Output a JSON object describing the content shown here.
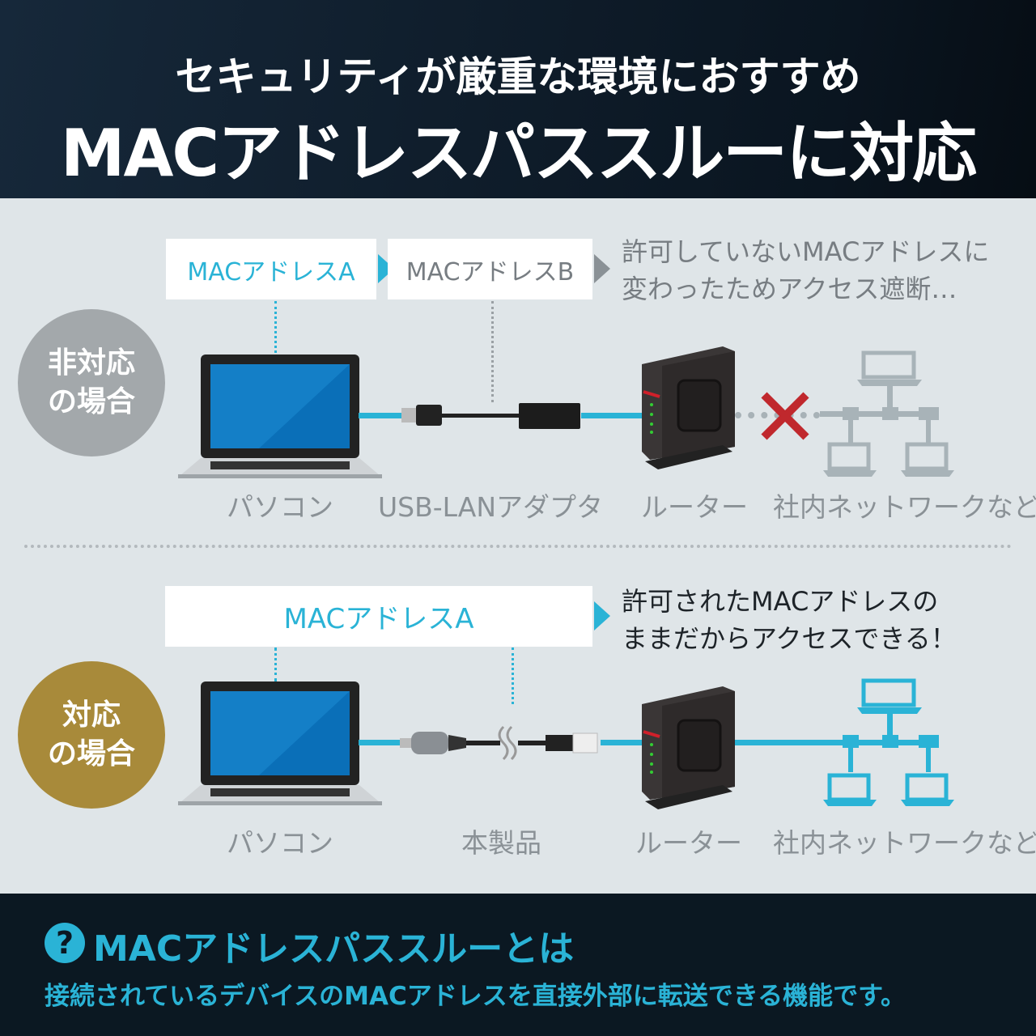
{
  "header": {
    "subtitle": "セキュリティが厳重な環境におすすめ",
    "title": "MACアドレスパススルーに対応"
  },
  "unsupported": {
    "badge": "非対応\nの場合",
    "mac_a": "MACアドレスA",
    "mac_b": "MACアドレスB",
    "note_line1": "許可していないMACアドレスに",
    "note_line2": "変わったためアクセス遮断…",
    "labels": [
      "パソコン",
      "USB-LANアダプタ",
      "ルーター",
      "社内ネットワークなど"
    ]
  },
  "supported": {
    "badge": "対応\nの場合",
    "mac_a": "MACアドレスA",
    "note_line1": "許可されたMACアドレスの",
    "note_line2": "ままだからアクセスできる！",
    "labels": [
      "パソコン",
      "本製品",
      "ルーター",
      "社内ネットワークなど"
    ]
  },
  "footer": {
    "icon": "question-icon",
    "title": "MACアドレスパススルーとは",
    "description": "接続されているデバイスのMACアドレスを直接外部に転送できる機能です。"
  },
  "colors": {
    "accent": "#2ab3d6",
    "blocked": "#c0282d",
    "gold": "#a88a3a",
    "gray": "#a3a8ab"
  }
}
